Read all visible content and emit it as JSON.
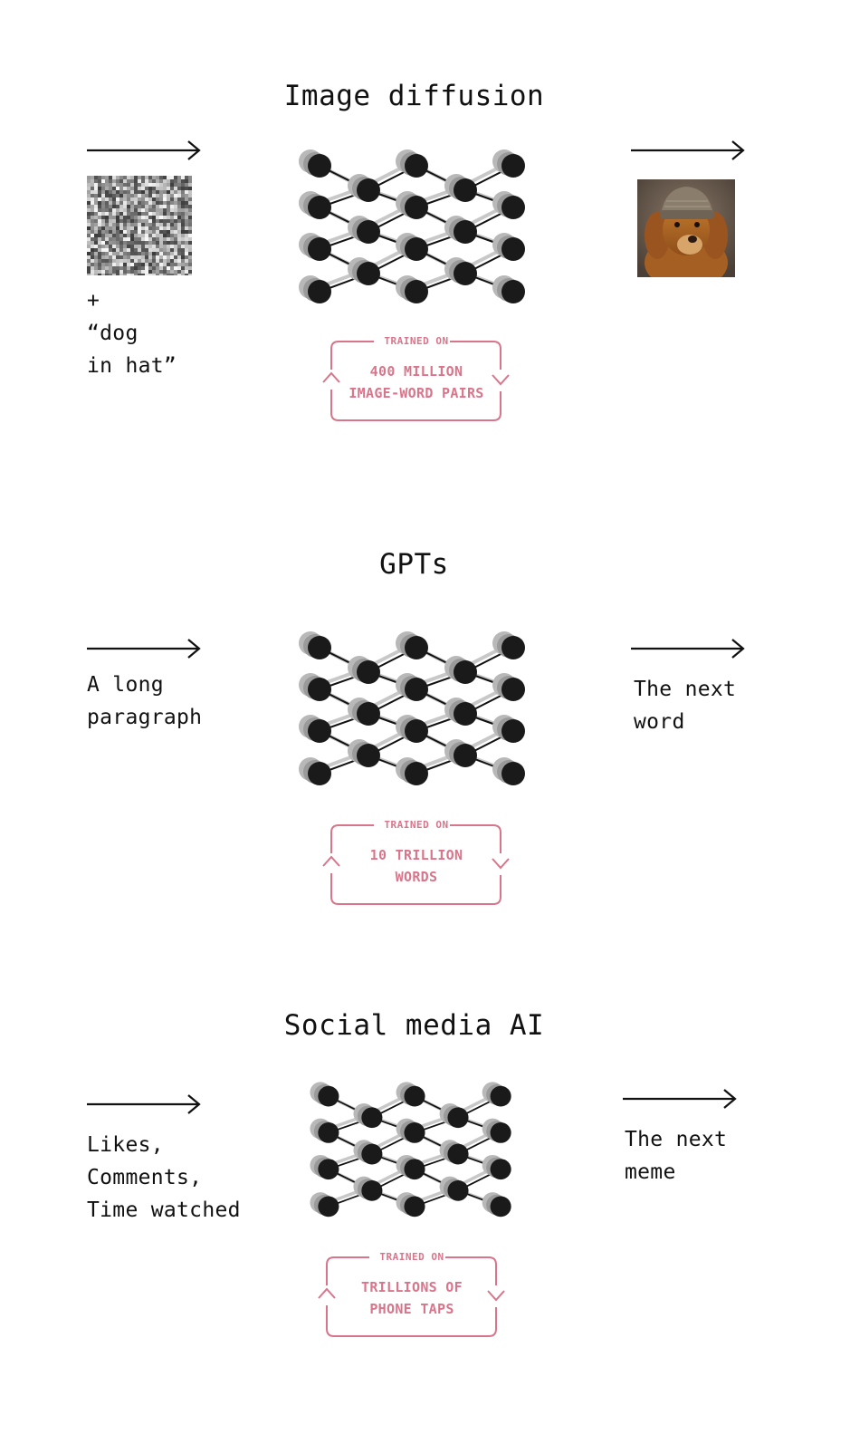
{
  "sections": [
    {
      "title": "Image diffusion",
      "input": "+\n“dog\nin hat”",
      "output": "",
      "badge": {
        "head": "TRAINED ON",
        "body": "400 MILLION\nIMAGE-WORD PAIRS"
      }
    },
    {
      "title": "GPTs",
      "input": "A long\nparagraph",
      "output": "The next\nword",
      "badge": {
        "head": "TRAINED ON",
        "body": "10 TRILLION\nWORDS"
      }
    },
    {
      "title": "Social media AI",
      "input": "Likes,\nComments,\nTime watched",
      "output": "The next\nmeme",
      "badge": {
        "head": "TRAINED ON",
        "body": "TRILLIONS OF\nPHONE TAPS"
      }
    }
  ],
  "colors": {
    "accent": "#d9758a",
    "node": "#1a1a1a",
    "node_shadow": "#9a9a9a"
  },
  "icons": [
    "right-arrow-icon",
    "noise-image",
    "dog-in-hat-image",
    "neural-network-icon",
    "trained-on-badge"
  ]
}
